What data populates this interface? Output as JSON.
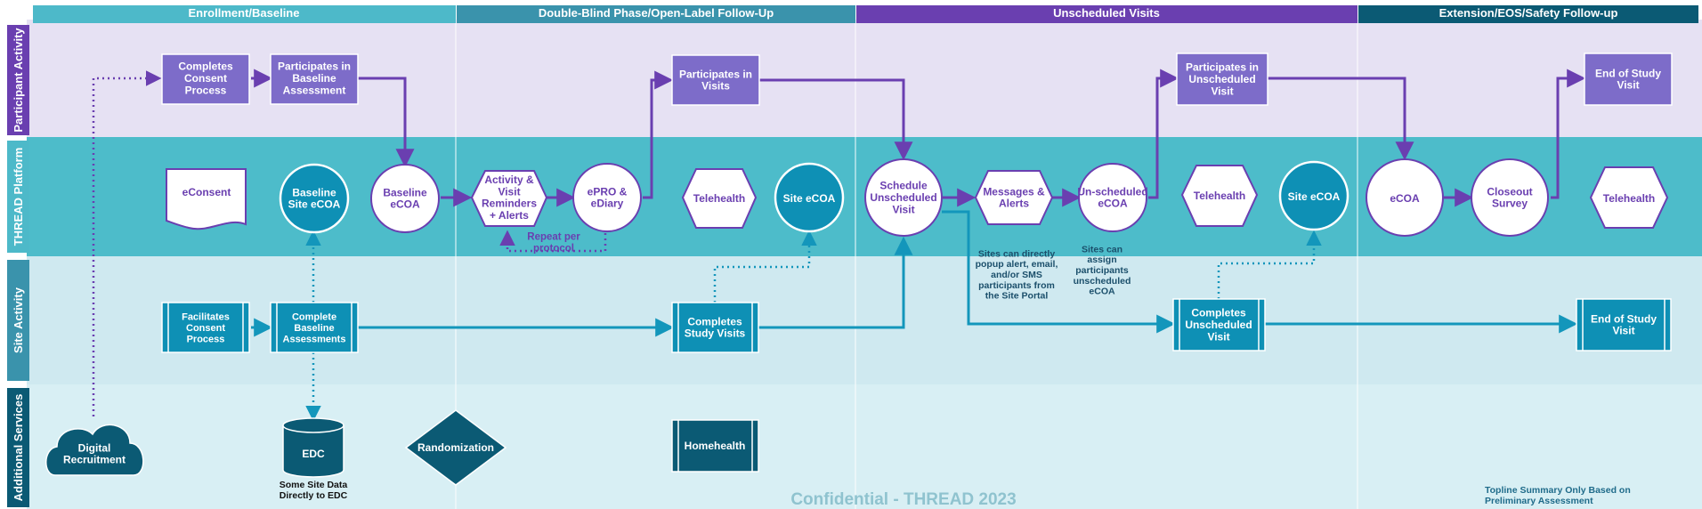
{
  "phases": [
    "Enrollment/Baseline",
    "Double-Blind Phase/Open-Label Follow-Up",
    "Unscheduled Visits",
    "Extension/EOS/Safety Follow-up"
  ],
  "lanes": [
    "Participant Activity",
    "THREAD Platform",
    "Site Activity",
    "Additional Services"
  ],
  "participant": {
    "consent": "Completes Consent Process",
    "baseline": "Participates in Baseline Assessment",
    "visits": "Participates in Visits",
    "unscheduled": "Participates in Unscheduled Visit",
    "end": "End of Study Visit"
  },
  "platform": {
    "econsent": "eConsent",
    "baseline_site_ecoa": "Baseline Site eCOA",
    "baseline_ecoa": "Baseline eCOA",
    "reminders": "Activity & Visit Reminders + Alerts",
    "epro": "ePRO & eDiary",
    "telehealth_1": "Telehealth",
    "site_ecoa_1": "Site eCOA",
    "schedule_unscheduled": "Schedule Unscheduled Visit",
    "messages_alerts": "Messages & Alerts",
    "unscheduled_ecoa": "Un-scheduled eCOA",
    "telehealth_2": "Telehealth",
    "site_ecoa_2": "Site eCOA",
    "ecoa": "eCOA",
    "closeout_survey": "Closeout Survey",
    "telehealth_3": "Telehealth",
    "repeat_note": "Repeat per protocol"
  },
  "site": {
    "facilitates": "Facilitates Consent Process",
    "complete_baseline": "Complete Baseline Assessments",
    "study_visits": "Completes Study Visits",
    "unscheduled": "Completes Unscheduled Visit",
    "end": "End of Study Visit",
    "note_popup": "Sites can directly popup alert, email, and/or SMS participants from the Site Portal",
    "note_assign": "Sites can assign participants unscheduled eCOA"
  },
  "services": {
    "digital_recruitment": "Digital Recruitment",
    "edc": "EDC",
    "edc_note": "Some Site Data Directly to EDC",
    "randomization": "Randomization",
    "homehealth": "Homehealth"
  },
  "footer": {
    "watermark": "Confidential - THREAD 2023",
    "topline": "Topline Summary Only Based on Preliminary Assessment"
  },
  "colors": {
    "phase_enrollment": "#4db9c9",
    "phase_double_blind": "#3a93ac",
    "phase_unscheduled": "#6a3fb0",
    "phase_extension": "#0b5a74",
    "lane_label": "#6a3fb0",
    "lane_participant_bg": "#e6e1f3",
    "lane_platform_bg": "#4dbcca",
    "lane_site_bg": "#cfe9f0",
    "lane_services_bg": "#d8eff4",
    "purple_box": "#7d6cc9",
    "purple_line": "#6a3fb0",
    "teal_box": "#0e90b5",
    "teal_line": "#1396bb",
    "dark_teal": "#0b5a74"
  }
}
